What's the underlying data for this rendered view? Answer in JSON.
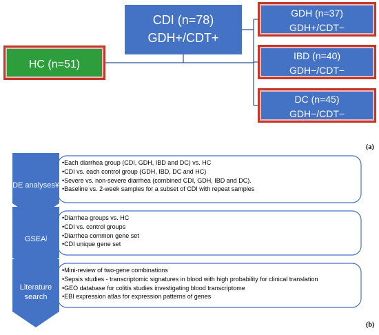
{
  "panel_a": {
    "label": "(a)",
    "cdi": {
      "title": "CDI (n=78)",
      "subtitle": "GDH+/CDT+"
    },
    "hc": {
      "title": "HC (n=51)"
    },
    "controls": [
      {
        "title": "GDH (n=37)",
        "subtitle": "GDH+/CDT−"
      },
      {
        "title": "IBD (n=40)",
        "subtitle": "GDH−/CDT−"
      },
      {
        "title": "DC (n=45)",
        "subtitle": "GDH−/CDT−"
      }
    ],
    "colors": {
      "cdi": "#4472c4",
      "hc": "#2e9e3c",
      "controls": "#4472c4",
      "highlight_border": "#c0392b",
      "connector": "#2f4f8f"
    }
  },
  "panel_b": {
    "label": "(b)",
    "steps": [
      {
        "name": "DE analyses¥",
        "items": [
          "Each diarrhea group (CDI, GDH, IBD and DC) vs. HC",
          "CDI vs. each control group (GDH, IBD, DC and HC)",
          "Severe vs. non-severe diarrhea (combined CDI, GDH, IBD and DC).",
          "Baseline vs. 2-week samples for a subset of CDI with repeat samples"
        ]
      },
      {
        "name": "GSEAʲ",
        "items": [
          "Diarrhea groups vs. HC",
          "CDI vs. control groups",
          "Diarrhea common gene set",
          "CDI unique gene set"
        ]
      },
      {
        "name": "Literature search",
        "items": [
          "Mini-review of two-gene combinations",
          "Sepsis studies - transcriptomic signatures in blood with high probability for clinical translation",
          "GEO database for colitis studies investigating blood transcriptome",
          "EBI expression atlas for expression patterns of genes"
        ]
      }
    ],
    "colors": {
      "chevron": "#4472c4",
      "panel_border": "#4472c4"
    }
  }
}
